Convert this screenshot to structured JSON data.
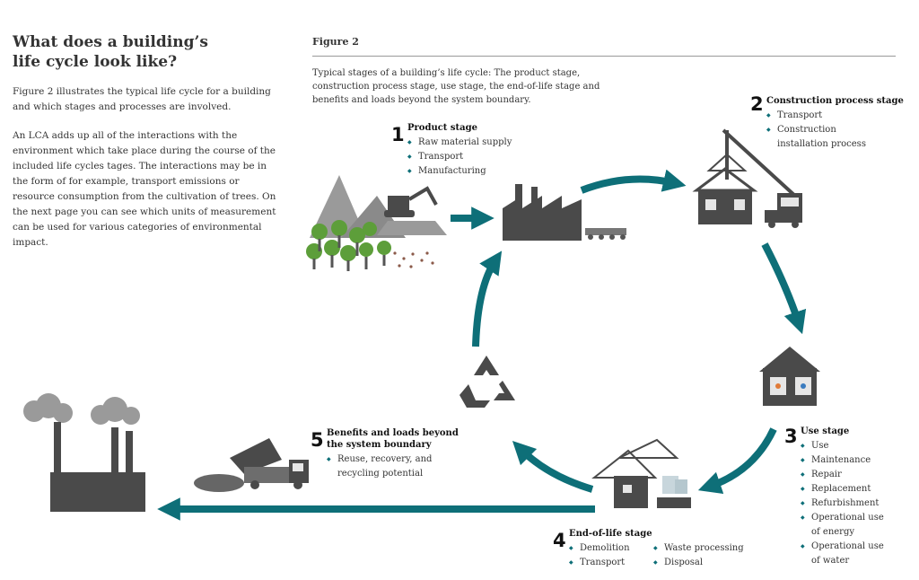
{
  "heading": {
    "line1": "What does a building’s",
    "line2": "life cycle look like?"
  },
  "intro": [
    "Figure 2 illustrates the typical life cycle for a building and which stages and processes are involved.",
    "An LCA adds up all of the interactions with the environment which take place during the course of the included life cycles tages. The interactions may be in the form of for example, transport emissions or resource consumption from the cultivation of trees. On the next page you can see which units of measurement can be used for various categories of environmental impact."
  ],
  "figure": {
    "label": "Figure 2",
    "caption": "Typical stages of a building’s life cycle: The product stage, construction process stage, use stage, the end-of-life stage and benefits and loads beyond the system boundary."
  },
  "stages": {
    "s1": {
      "num": "1",
      "title": "Product stage",
      "items": [
        "Raw material supply",
        "Transport",
        "Manufacturing"
      ]
    },
    "s2": {
      "num": "2",
      "title": "Construction process stage",
      "items": [
        "Transport",
        "Construction installation process"
      ]
    },
    "s3": {
      "num": "3",
      "title": "Use stage",
      "items": [
        "Use",
        "Maintenance",
        "Repair",
        "Replacement",
        "Refurbishment",
        "Operational use of energy",
        "Operational use of water"
      ]
    },
    "s4": {
      "num": "4",
      "title": "End-of-life stage",
      "items_left": [
        "Demolition",
        "Transport"
      ],
      "items_right": [
        "Waste processing",
        "Disposal"
      ]
    },
    "s5": {
      "num": "5",
      "title1": "Benefits and loads beyond",
      "title2": "the system boundary",
      "items": [
        "Reuse, recovery, and recycling potential"
      ]
    }
  },
  "colors": {
    "arrow": "#0e6f78",
    "icon": "#4a4a4a",
    "tree": "#5d9e3a"
  }
}
